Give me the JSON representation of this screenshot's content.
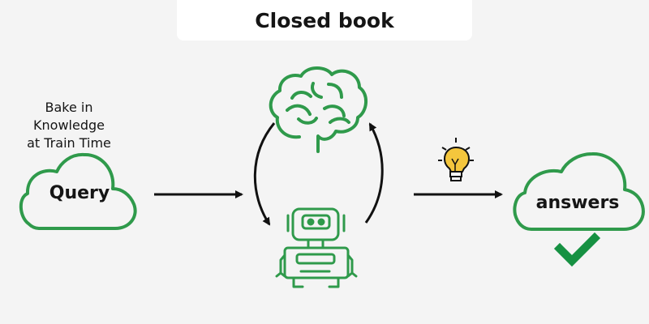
{
  "title": "Closed book",
  "annotation": {
    "line1": "Bake in Knowledge",
    "line2": "at Train Time"
  },
  "nodes": {
    "query": "Query",
    "answers": "answers"
  },
  "colors": {
    "accent_green": "#2f9a4b",
    "check_green": "#169142",
    "bulb_yellow": "#f4c63d",
    "arrow": "#111111",
    "background": "#f4f4f4"
  },
  "icons": [
    "cloud-icon",
    "brain-icon",
    "robot-icon",
    "lightbulb-icon",
    "checkmark-icon",
    "arrow-icon"
  ]
}
